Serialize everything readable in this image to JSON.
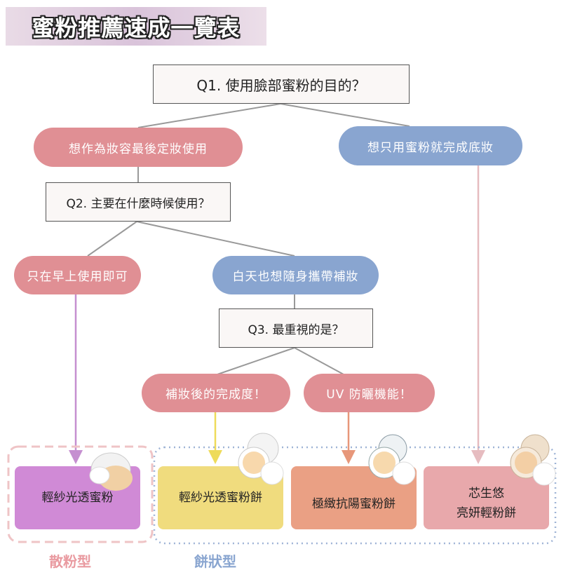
{
  "title": "蜜粉推薦速成一覽表",
  "q1": "Q1. 使用臉部蜜粉的目的？",
  "q1_options": [
    "想作為妝容最後定妝使用",
    "想只用蜜粉就完成底妝"
  ],
  "q2": "Q2. 主要在什麼時候使用？",
  "q2_options": [
    "只在早上使用即可",
    "白天也想隨身攜帶補妝"
  ],
  "q3": "Q3. 最重視的是？",
  "q3_options": [
    "補妝後的完成度！",
    "UV 防曬機能！"
  ],
  "products": [
    {
      "name": "輕紗光透蜜粉",
      "color": "#d08ad6"
    },
    {
      "name": "輕紗光透蜜粉餅",
      "color": "#f0dc7e"
    },
    {
      "name": "極緻抗陽蜜粉餅",
      "color": "#eaa084"
    },
    {
      "name_line1": "芯生悠",
      "name_line2": "亮妍輕粉餅",
      "color": "#e8a8ab"
    }
  ],
  "groups": {
    "loose": "散粉型",
    "pressed": "餅狀型"
  }
}
